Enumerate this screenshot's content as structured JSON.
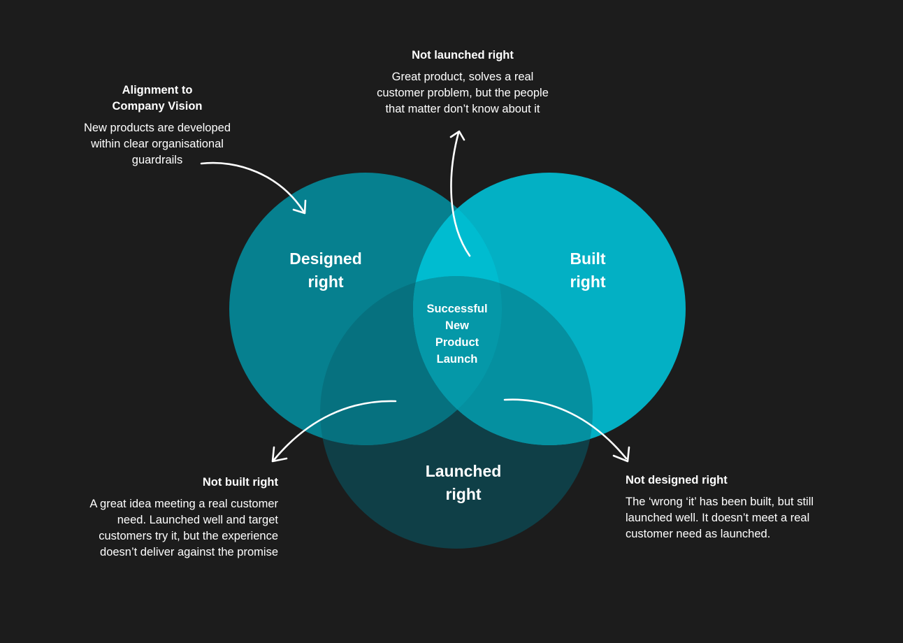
{
  "colors": {
    "background": "#1c1c1c",
    "designed": "#06808f",
    "built": "#03b0c4",
    "launched": "#0f3f47",
    "designed_built": "#00bcd0",
    "designed_launched": "#06717f",
    "built_launched": "#0590a0",
    "all_three": "#0598a8",
    "text": "#ffffff",
    "arrow": "#ffffff"
  },
  "circles": {
    "designed": {
      "label_line1": "Designed",
      "label_line2": "right"
    },
    "built": {
      "label_line1": "Built",
      "label_line2": "right"
    },
    "launched": {
      "label_line1": "Launched",
      "label_line2": "right"
    }
  },
  "center": {
    "lines": [
      "Successful",
      "New",
      "Product",
      "Launch"
    ]
  },
  "annotations": {
    "alignment": {
      "heading_line1": "Alignment to",
      "heading_line2": "Company Vision",
      "body_lines": [
        "New products are developed",
        "within clear organisational",
        "guardrails"
      ]
    },
    "not_launched": {
      "heading": "Not launched right",
      "body_lines": [
        "Great product, solves a real",
        "customer problem, but the people",
        "that matter don’t know about it"
      ]
    },
    "not_built": {
      "heading": "Not built right",
      "body_lines": [
        "A great idea meeting a real customer",
        "need. Launched well and target",
        "customers try it, but the experience",
        "doesn’t deliver against the promise"
      ]
    },
    "not_designed": {
      "heading": "Not designed right",
      "body_lines": [
        "The ‘wrong ‘it’ has been built, but still",
        "launched well. It doesn’t meet a real",
        "customer need as launched."
      ]
    }
  }
}
